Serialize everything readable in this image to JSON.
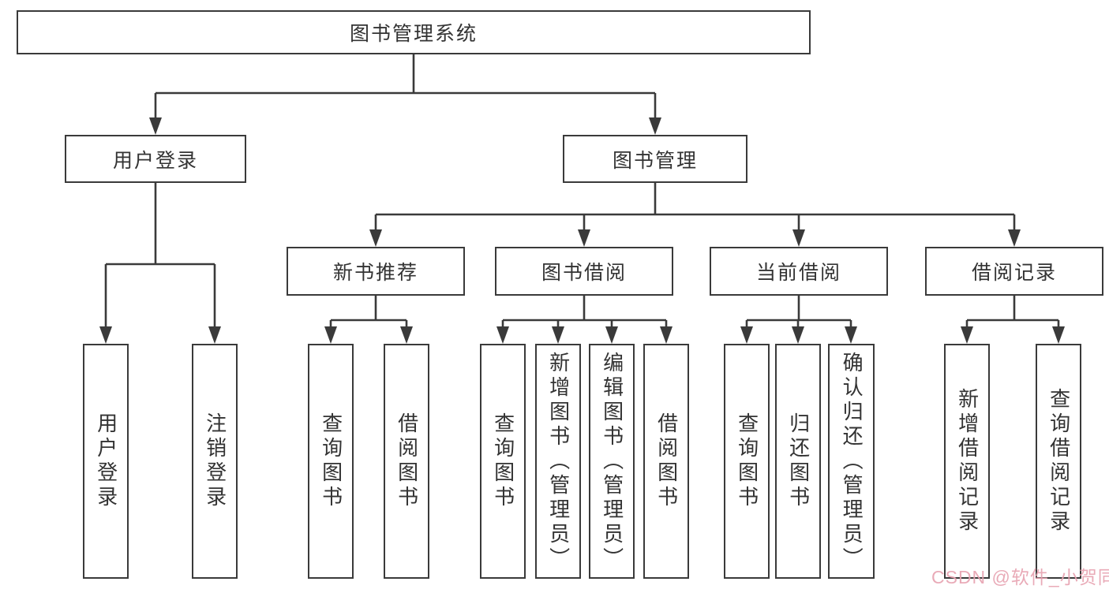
{
  "diagram": {
    "root": {
      "label": "图书管理系统"
    },
    "level2": {
      "user_login": {
        "label": "用户登录"
      },
      "book_mgmt": {
        "label": "图书管理"
      }
    },
    "level3": {
      "new_book_rec": {
        "label": "新书推荐"
      },
      "book_borrow": {
        "label": "图书借阅"
      },
      "current_borrow": {
        "label": "当前借阅"
      },
      "borrow_record": {
        "label": "借阅记录"
      }
    },
    "leaves": {
      "user_login_leaf": {
        "label": "用户登录"
      },
      "logout_leaf": {
        "label": "注销登录"
      },
      "rec_query_books": {
        "label": "查询图书"
      },
      "rec_borrow_books": {
        "label": "借阅图书"
      },
      "bb_query_books": {
        "label": "查询图书"
      },
      "bb_add_books": {
        "label": "新增图书（管理员）"
      },
      "bb_edit_books": {
        "label": "编辑图书（管理员）"
      },
      "bb_borrow_books": {
        "label": "借阅图书"
      },
      "cb_query_books": {
        "label": "查询图书"
      },
      "cb_return_books": {
        "label": "归还图书"
      },
      "cb_confirm_return": {
        "label": "确认归还（管理员）"
      },
      "br_add_record": {
        "label": "新增借阅记录"
      },
      "br_query_record": {
        "label": "查询借阅记录"
      }
    }
  },
  "watermark": {
    "text": "CSDN @软件_小贺同学",
    "color": "#e7a3b1"
  },
  "colors": {
    "line": "#3a3a3a",
    "box_border": "#3a3a3a",
    "text": "#333333",
    "background": "#ffffff"
  }
}
